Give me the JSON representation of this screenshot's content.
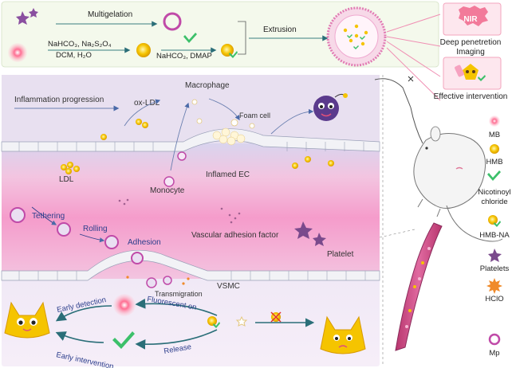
{
  "synthesis": {
    "step1": "Multigelation",
    "step2_line1": "NaHCO₃, Na₂S₂O₄",
    "step2_line2": "DCM,  H₂O",
    "step3": "NaHCO₃, DMAP",
    "step4": "Extrusion"
  },
  "outcomes": {
    "nir_badge": "NIR",
    "deep_line1": "Deep penetretion",
    "deep_line2": "Imaging",
    "intervention": "Effective intervention"
  },
  "vessel": {
    "inflammation": "Inflammation progression",
    "ox_ldl": "ox-LDL",
    "macrophage": "Macrophage",
    "foam_cell": "Foam cell",
    "ldl": "LDL",
    "monocyte": "Monocyte",
    "inflamed_ec": "Inflamed EC",
    "tethering": "Tethering",
    "rolling": "Rolling",
    "adhesion": "Adhesion",
    "adhesion_factor": "Vascular adhesion factor",
    "platelet": "Platelet",
    "transmigration": "Transmigration",
    "vsmc": "VSMC"
  },
  "cycle": {
    "early_detection": "Early detection",
    "fluorescent_on": "Fluorescent on",
    "early_intervention": "Early intervention",
    "release": "Release"
  },
  "legend": [
    {
      "label": "MB"
    },
    {
      "label": "HMB"
    },
    {
      "label": "Nicotinoyl\nchloride"
    },
    {
      "label": "HMB-NA"
    },
    {
      "label": "Platelets"
    },
    {
      "label": "HClO"
    },
    {
      "label": "Mp"
    }
  ],
  "colors": {
    "mb_pink": "#f06a8c",
    "hmb_yellow": "#f5c400",
    "nicotinoyl_green": "#3cc06a",
    "platelet_purple": "#7a4a8c",
    "hclo_orange": "#f08a2a",
    "mp_magenta": "#c04aa8",
    "vessel_pink": "#f7b7d6",
    "text_blue": "#2c3e8c"
  }
}
